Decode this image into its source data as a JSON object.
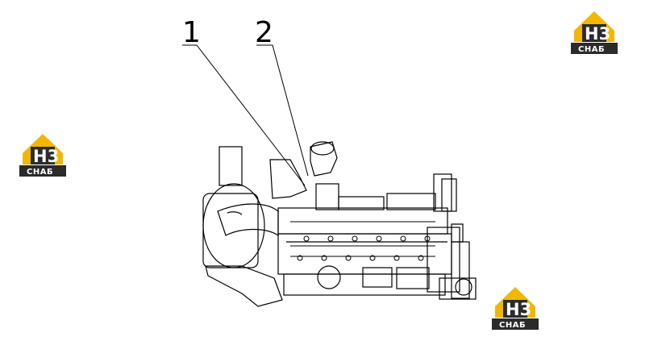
{
  "callouts": [
    {
      "number": "1"
    },
    {
      "number": "2"
    }
  ],
  "watermarks": [
    {
      "letters": "H3",
      "caption": "СНАБ"
    },
    {
      "letters": "H3",
      "caption": "СНАБ"
    },
    {
      "letters": "H3",
      "caption": "СНАБ"
    }
  ],
  "colors": {
    "line": "#000000",
    "logo_gold": "#f2b705",
    "logo_dark": "#2b2b2b",
    "background": "#ffffff"
  }
}
